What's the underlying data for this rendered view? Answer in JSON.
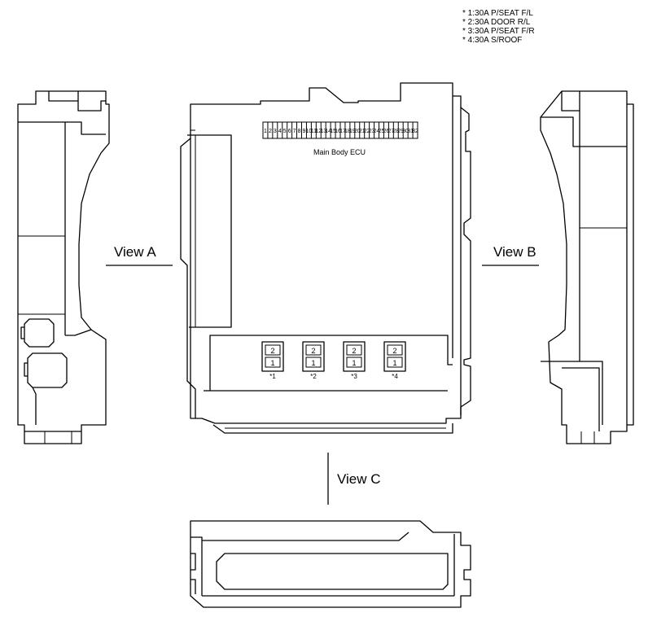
{
  "legend": [
    "* 1:30A P/SEAT F/L",
    "* 2:30A DOOR R/L",
    "* 3:30A P/SEAT F/R",
    "* 4:30A S/ROOF"
  ],
  "views": {
    "a": "View A",
    "b": "View B",
    "c": "View C"
  },
  "ecu_label": "Main Body ECU",
  "connector_pins": [
    "1",
    "2",
    "3",
    "4",
    "5",
    "6",
    "7",
    "8",
    "9",
    "10",
    "11",
    "12",
    "13",
    "14",
    "15",
    "16",
    "17",
    "18",
    "19",
    "20",
    "21",
    "22",
    "23",
    "24",
    "25",
    "26",
    "27",
    "28",
    "29",
    "30",
    "31",
    "32"
  ],
  "fuses": [
    {
      "caption": "*1",
      "top": "2",
      "bottom": "1"
    },
    {
      "caption": "*2",
      "top": "2",
      "bottom": "1"
    },
    {
      "caption": "*3",
      "top": "2",
      "bottom": "1"
    },
    {
      "caption": "*4",
      "top": "2",
      "bottom": "1"
    }
  ]
}
